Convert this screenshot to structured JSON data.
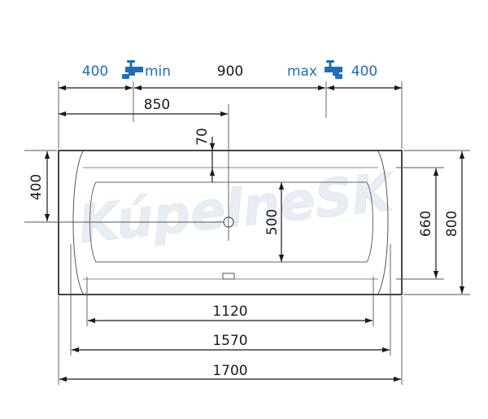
{
  "colors": {
    "accent": "#1e6fb8",
    "line": "#1a1a1a",
    "inner_line": "#555555",
    "watermark": "#d6e1ec"
  },
  "icons": [
    "faucet-icon-min",
    "faucet-icon-max"
  ],
  "top": {
    "left_offset": "400",
    "min_label": "min",
    "faucet_spacing": "900",
    "max_label": "max",
    "right_offset": "400",
    "drain_offset": "850"
  },
  "left": {
    "drain_offset": "400"
  },
  "center": {
    "rim_depth": "70",
    "inner_depth": "500"
  },
  "right": {
    "inner_width": "660",
    "outer_width": "800"
  },
  "bottom": {
    "floor_length": "1120",
    "inner_length": "1570",
    "outer_length": "1700"
  },
  "watermark": "KúpelneSK"
}
